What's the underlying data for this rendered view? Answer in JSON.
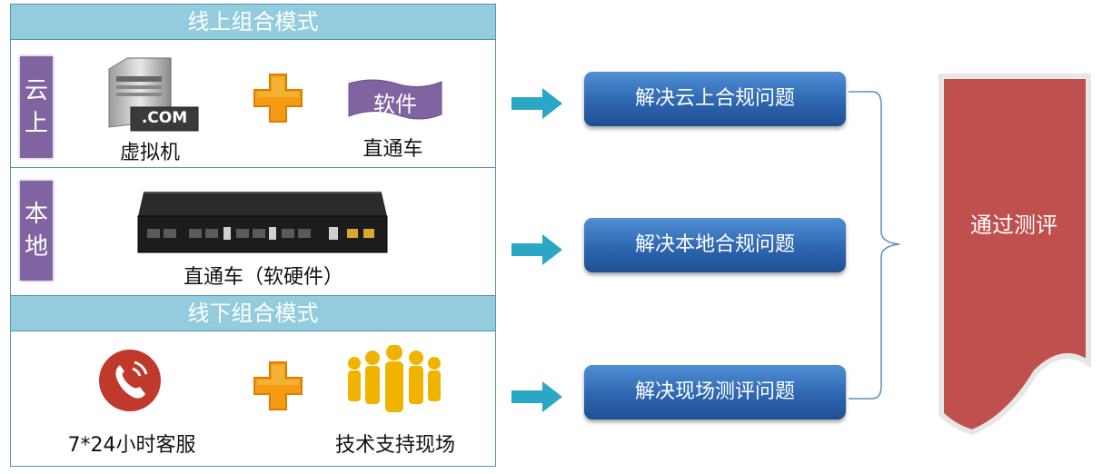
{
  "online_mode": {
    "header": "线上组合模式",
    "cloud_tag": "云上",
    "vm_label": "虚拟机",
    "vm_badge": ".COM",
    "software_badge": "软件",
    "software_label": "直通车",
    "local_tag": "本地",
    "device_label": "直通车（软硬件）"
  },
  "offline_mode": {
    "header": "线下组合模式",
    "service_label": "7*24小时客服",
    "onsite_label": "技术支持现场"
  },
  "results": [
    "解决云上合规问题",
    "解决本地合规问题",
    "解决现场测评问题"
  ],
  "outcome": "通过测评",
  "colors": {
    "header_bg": "#93cddd",
    "tag_bg": "#8064a2",
    "pill_blue": "#2c63ad",
    "arrow_teal": "#2aa7c4",
    "plus_orange": "#f39c12",
    "outcome_red": "#c0504d"
  },
  "icons": [
    "server-icon",
    "plus-icon",
    "software-banner-icon",
    "network-device-icon",
    "phone-icon",
    "people-icon",
    "arrow-right-icon"
  ]
}
